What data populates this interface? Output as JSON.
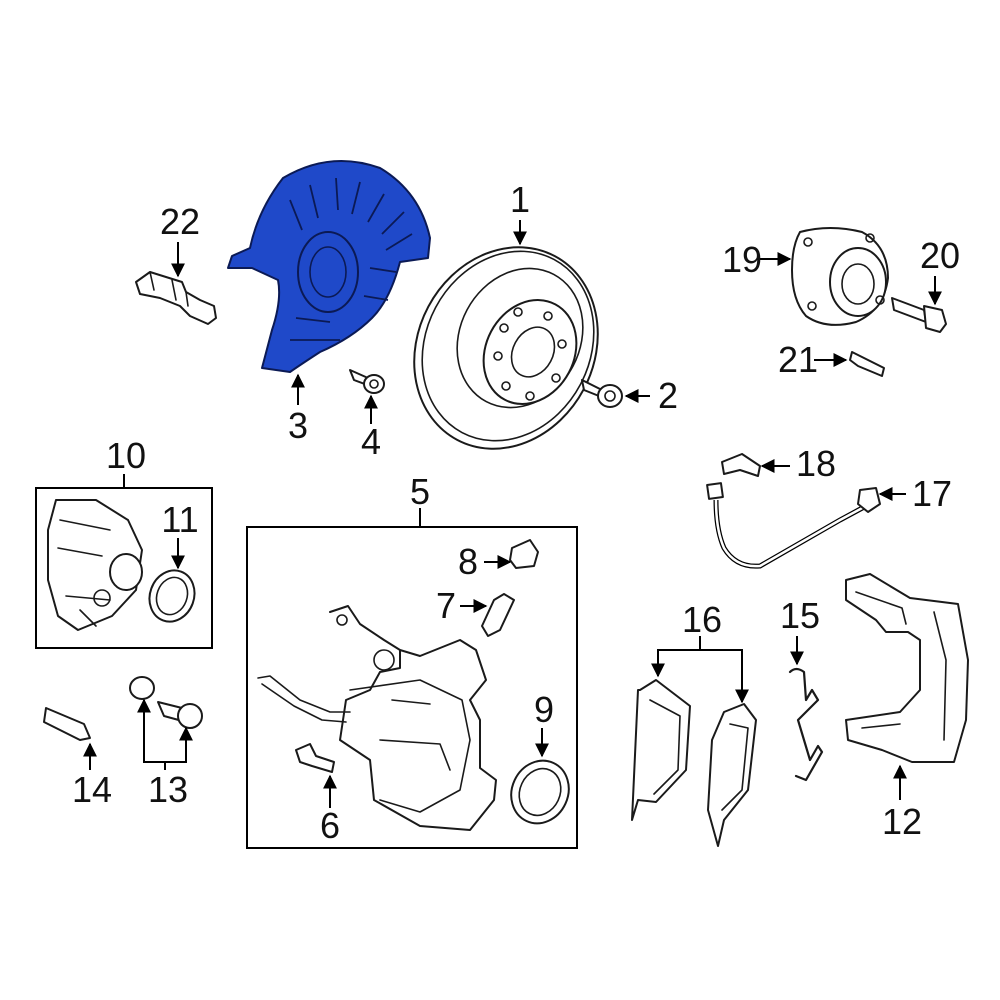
{
  "highlight_color": "#1f49c9",
  "callouts": {
    "c1": "1",
    "c2": "2",
    "c3": "3",
    "c4": "4",
    "c5": "5",
    "c6": "6",
    "c7": "7",
    "c8": "8",
    "c9": "9",
    "c10": "10",
    "c11": "11",
    "c12": "12",
    "c13": "13",
    "c14": "14",
    "c15": "15",
    "c16": "16",
    "c17": "17",
    "c18": "18",
    "c19": "19",
    "c20": "20",
    "c21": "21",
    "c22": "22"
  }
}
